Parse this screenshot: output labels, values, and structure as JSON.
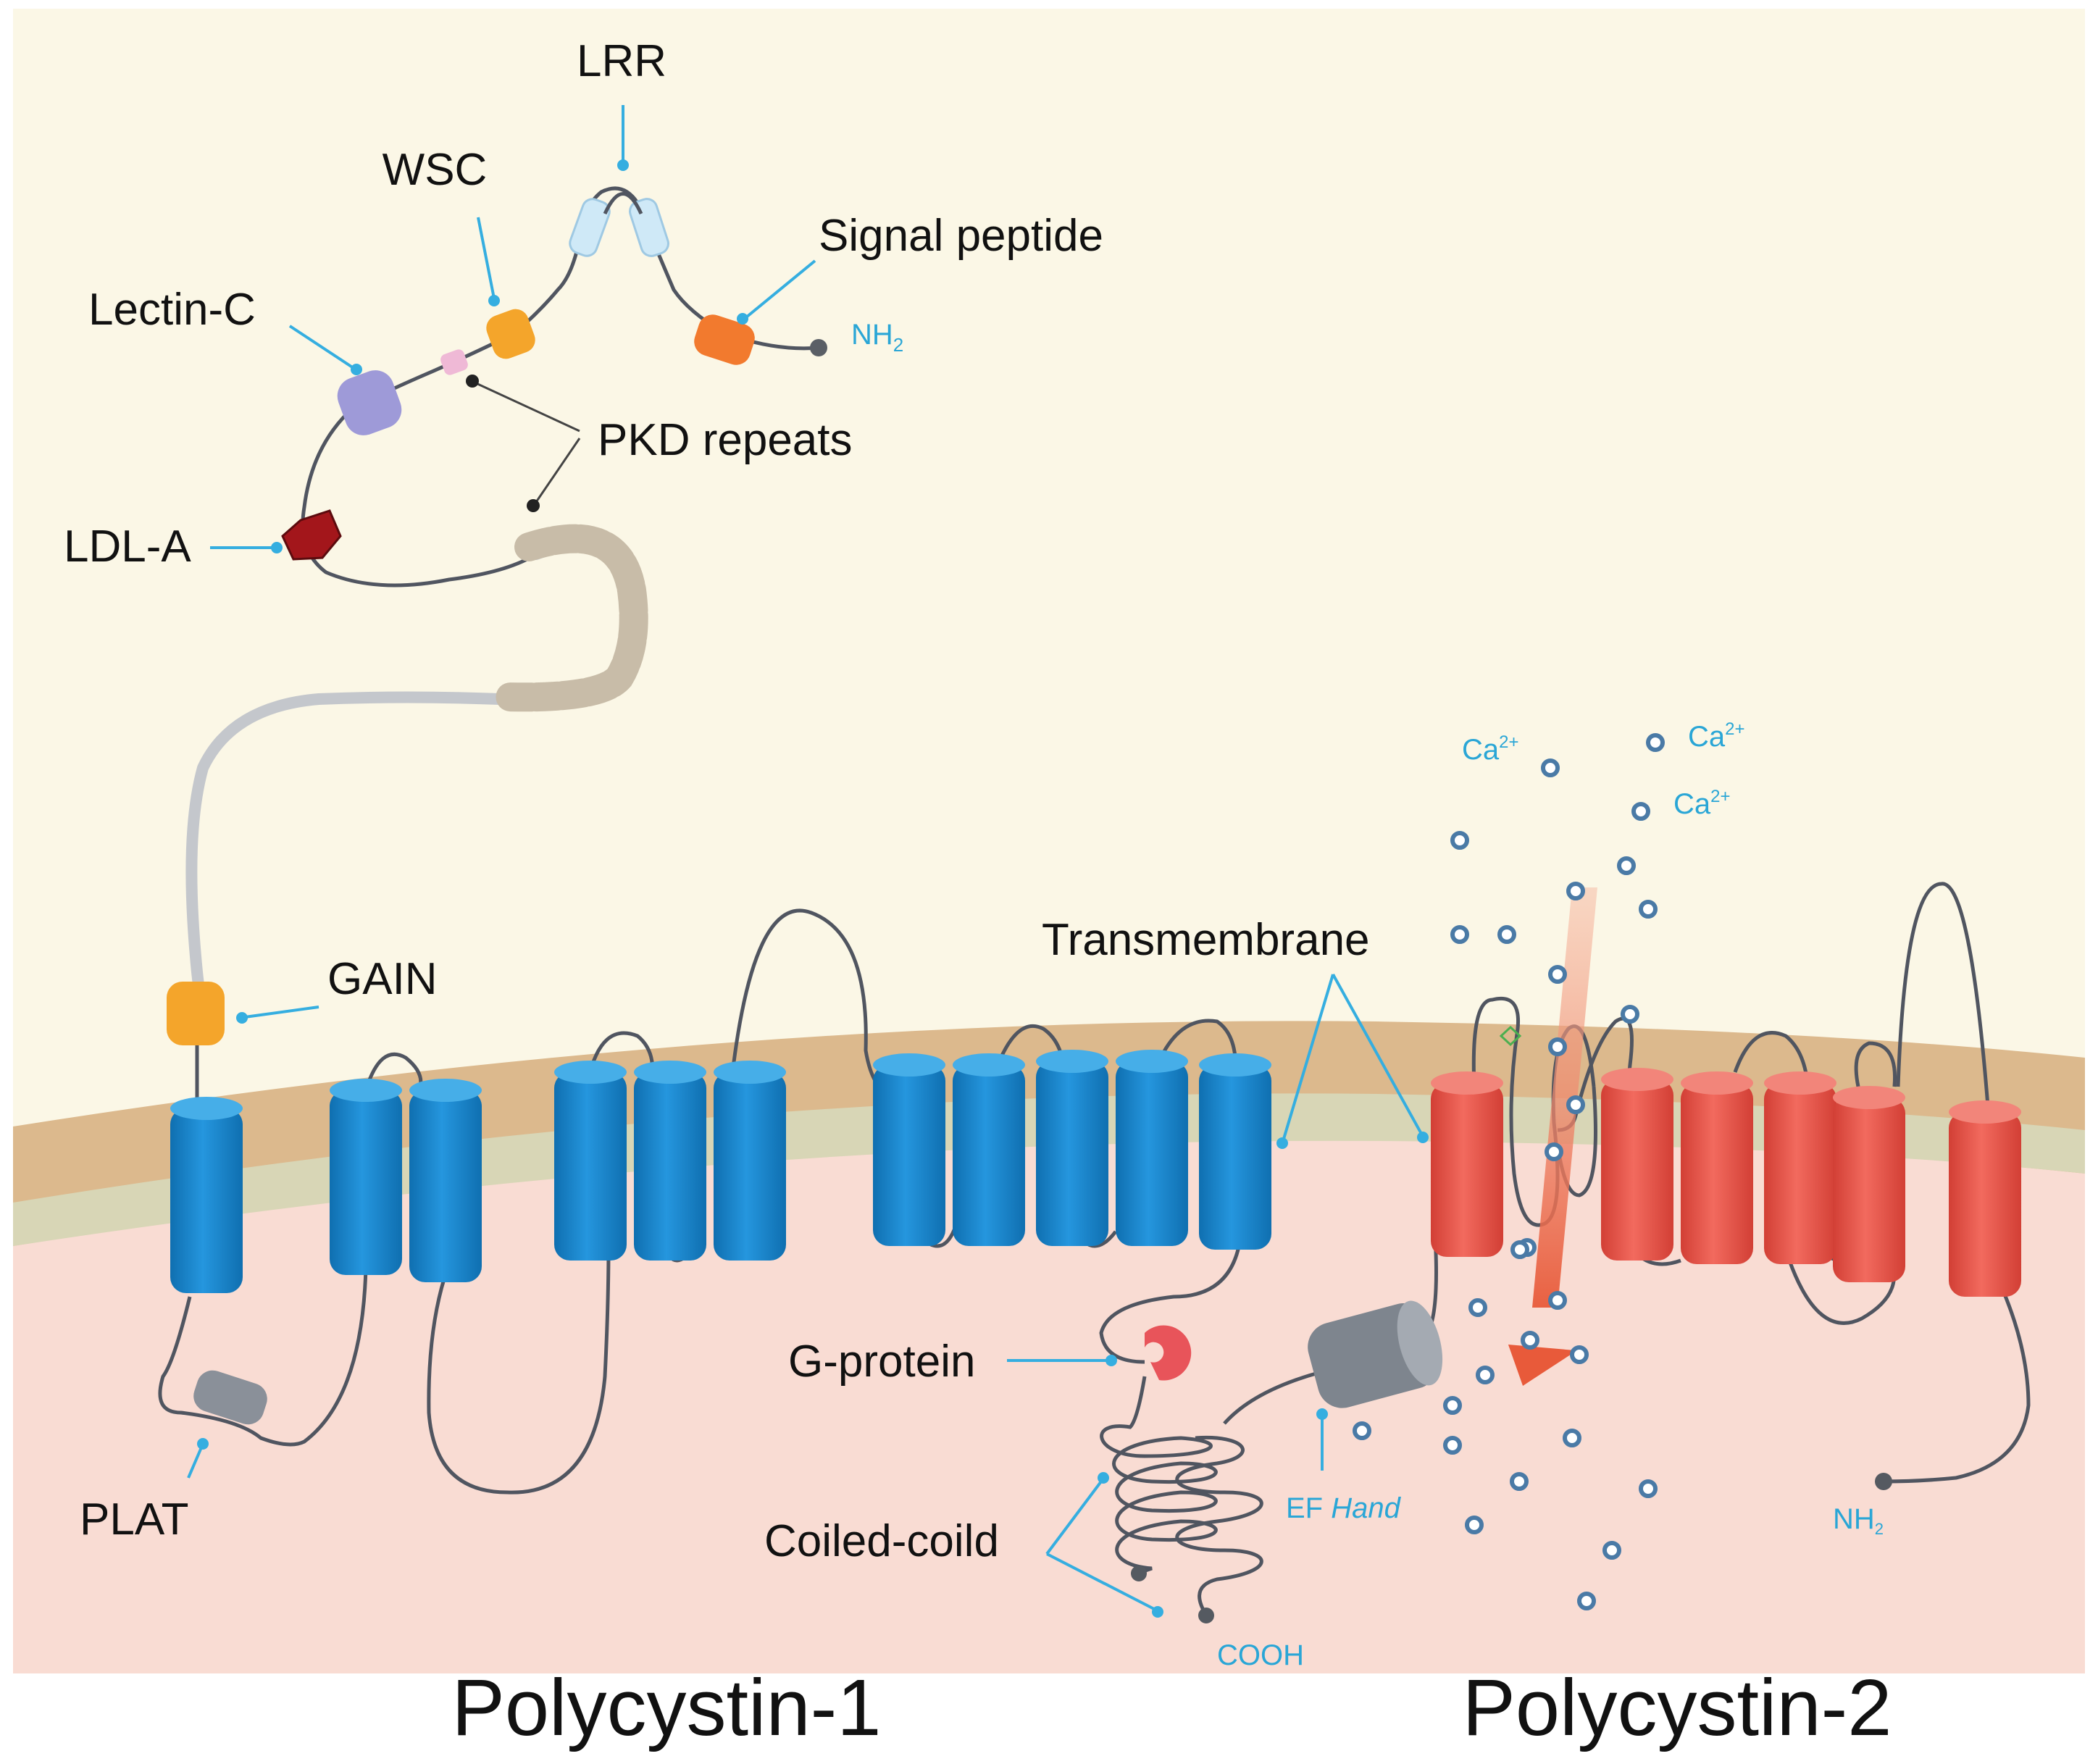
{
  "title": "",
  "labels": {
    "lrr": "LRR",
    "wsc": "WSC",
    "signal_peptide": "Signal peptide",
    "lectin_c": "Lectin-C",
    "pkd_repeats": "PKD repeats",
    "ldl_a": "LDL-A",
    "gain": "GAIN",
    "transmembrane": "Transmembrane",
    "g_protein": "G-protein",
    "plat": "PLAT",
    "coiled_coil": "Coiled-coild",
    "ef_hand_ef": "EF",
    "ef_hand_hand": "Hand",
    "cooh": "COOH",
    "nh2_pc1": "NH",
    "nh2_pc1_sub": "2",
    "nh2_pc2": "NH",
    "nh2_pc2_sub": "2",
    "ca1": "Ca",
    "ca1_sup": "2+",
    "ca2": "Ca",
    "ca2_sup": "2+",
    "ca3": "Ca",
    "ca3_sup": "2+"
  },
  "proteins": {
    "pc1": "Polycystin-1",
    "pc2": "Polycystin-2"
  },
  "colors": {
    "background_top": "#fbf7e6",
    "background_bottom": "#f9dcd3",
    "membrane_outer": "#dcb98d",
    "membrane_inner": "#d8d6b6",
    "pc1_helix": "#1a86cc",
    "pc2_helix": "#e8554a",
    "leader_line": "#35aee0",
    "calcium_ion": "#4a7aa6"
  }
}
